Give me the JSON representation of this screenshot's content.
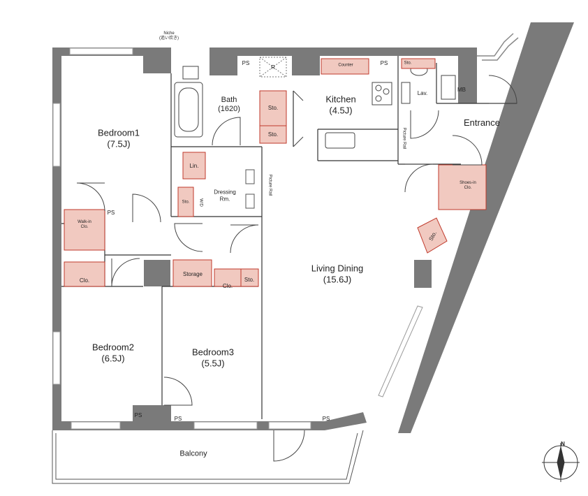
{
  "rooms": {
    "bedroom1": {
      "name": "Bedroom1",
      "size": "(7.5J)"
    },
    "bedroom2": {
      "name": "Bedroom2",
      "size": "(6.5J)"
    },
    "bedroom3": {
      "name": "Bedroom3",
      "size": "(5.5J)"
    },
    "bath": {
      "name": "Bath",
      "size": "(1620)"
    },
    "kitchen": {
      "name": "Kitchen",
      "size": "(4.5J)"
    },
    "living": {
      "name": "Living Dining",
      "size": "(15.6J)"
    },
    "dressing": {
      "name": "Dressing",
      "name2": "Rm."
    },
    "entrance": {
      "name": "Entrance"
    },
    "balcony": {
      "name": "Balcony"
    }
  },
  "storage_labels": {
    "walkin": {
      "line1": "Walk-in",
      "line2": "Clo."
    },
    "clo": "Clo.",
    "sto": "Sto.",
    "lin": "Lin.",
    "wd": "W/D",
    "storage": "Storage",
    "shoes": {
      "line1": "Shoes-in",
      "line2": "Clo."
    },
    "counter": "Counter",
    "ps": "PS",
    "r": "R",
    "lav": "Lav.",
    "mb": "MB",
    "picture_rail": "Picture Rail"
  },
  "niche": {
    "line1": "Niche",
    "line2": "(追い炊き)"
  },
  "compass": {
    "north": "N"
  },
  "colors": {
    "wall": "#7a7a7a",
    "storage_fill": "#f1c9c0",
    "storage_stroke": "#c0392b",
    "window": "#a8a8a8",
    "line": "#333333"
  }
}
